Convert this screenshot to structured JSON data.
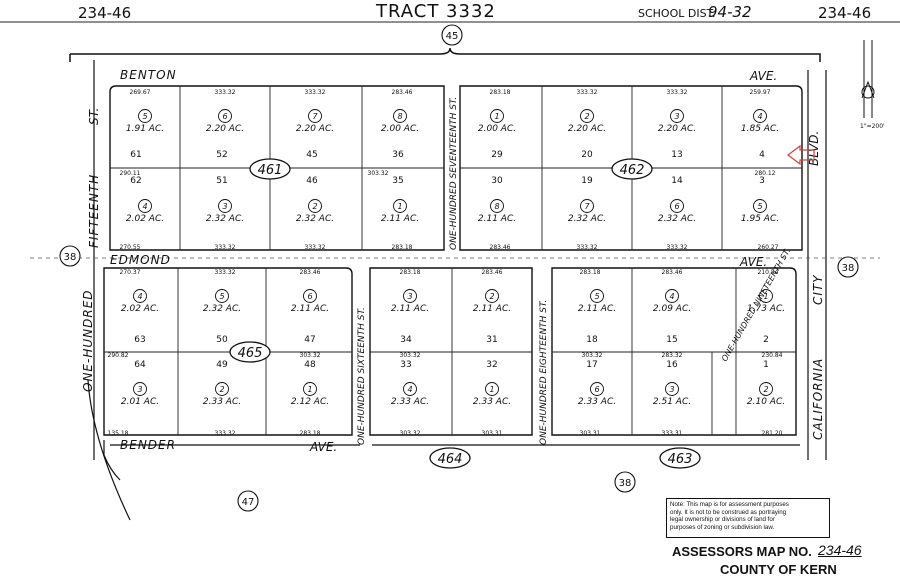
{
  "header": {
    "book_left": "234-46",
    "book_right": "234-46",
    "title": "TRACT 3332",
    "school_label": "SCHOOL DIST.",
    "school_value": "94-32"
  },
  "streets": {
    "benton": "BENTON",
    "benton_ave": "AVE.",
    "edmond": "EDMOND",
    "edmond_ave": "AVE.",
    "bender": "BENDER",
    "bender_ave": "AVE.",
    "fifteenth": "FIFTEENTH",
    "fifteenth_st": "ST.",
    "one_hundred": "ONE-HUNDRED",
    "sixteenth": "ONE-HUNDRED SIXTEENTH ST.",
    "seventeenth": "ONE-HUNDRED SEVENTEENTH ST.",
    "eighteenth": "ONE-HUNDRED EIGHTEENTH ST.",
    "nineteenth": "ONE-HUNDRED NINETEENTH ST.",
    "california": "CALIFORNIA",
    "city": "CITY",
    "blvd": "BLVD."
  },
  "page_refs": [
    "45",
    "38",
    "38",
    "47",
    "38"
  ],
  "blocks": [
    "461",
    "462",
    "465",
    "464",
    "463"
  ],
  "parcels": [
    {
      "n": "5",
      "ac": "1.91 AC."
    },
    {
      "n": "6",
      "ac": "2.20 AC."
    },
    {
      "n": "7",
      "ac": "2.20 AC."
    },
    {
      "n": "8",
      "ac": "2.00 AC."
    },
    {
      "n": "1",
      "ac": "2.00 AC."
    },
    {
      "n": "2",
      "ac": "2.20 AC."
    },
    {
      "n": "3",
      "ac": "2.20 AC."
    },
    {
      "n": "4",
      "ac": "1.85 AC."
    },
    {
      "n": "4",
      "ac": "2.02 AC."
    },
    {
      "n": "3",
      "ac": "2.32 AC."
    },
    {
      "n": "2",
      "ac": "2.32 AC."
    },
    {
      "n": "1",
      "ac": "2.11 AC."
    },
    {
      "n": "8",
      "ac": "2.11 AC."
    },
    {
      "n": "7",
      "ac": "2.32 AC."
    },
    {
      "n": "6",
      "ac": "2.32 AC."
    },
    {
      "n": "5",
      "ac": "1.95 AC."
    },
    {
      "n": "4",
      "ac": "2.02 AC."
    },
    {
      "n": "5",
      "ac": "2.32 AC."
    },
    {
      "n": "6",
      "ac": "2.11 AC."
    },
    {
      "n": "3",
      "ac": "2.11 AC."
    },
    {
      "n": "2",
      "ac": "2.11 AC."
    },
    {
      "n": "5",
      "ac": "2.11 AC."
    },
    {
      "n": "4",
      "ac": "2.09 AC."
    },
    {
      "n": "1",
      "ac": "1.73 AC."
    },
    {
      "n": "3",
      "ac": "2.01 AC."
    },
    {
      "n": "2",
      "ac": "2.33 AC."
    },
    {
      "n": "1",
      "ac": "2.12 AC."
    },
    {
      "n": "4",
      "ac": "2.33 AC."
    },
    {
      "n": "1",
      "ac": "2.33 AC."
    },
    {
      "n": "6",
      "ac": "2.33 AC."
    },
    {
      "n": "3",
      "ac": "2.51 AC."
    },
    {
      "n": "2",
      "ac": "2.10 AC."
    }
  ],
  "lot_numbers": [
    "61",
    "52",
    "45",
    "36",
    "29",
    "20",
    "13",
    "4",
    "62",
    "51",
    "46",
    "35",
    "30",
    "19",
    "14",
    "3",
    "63",
    "50",
    "47",
    "34",
    "31",
    "18",
    "15",
    "2",
    "64",
    "49",
    "48",
    "33",
    "32",
    "17",
    "16",
    "1"
  ],
  "dims_top": [
    "269.67",
    "333.32",
    "333.32",
    "283.46",
    "283.18",
    "333.32",
    "333.32",
    "259.97"
  ],
  "dims_mid": [
    "290.11",
    "303.32",
    "280.12"
  ],
  "dims_row2": [
    "270.55",
    "333.32",
    "333.32",
    "283.18",
    "283.46",
    "333.32",
    "333.32",
    "260.27"
  ],
  "dims_row3": [
    "270.37",
    "333.32",
    "283.46",
    "283.18",
    "283.46",
    "283.18",
    "283.46",
    "210.54"
  ],
  "dims_mid2": [
    "290.82",
    "303.32",
    "303.32",
    "303.32",
    "283.32",
    "230.84"
  ],
  "dims_row4": [
    "135.18",
    "333.32",
    "283.18",
    "303.32",
    "303.31",
    "303.31",
    "333.31",
    "281.20"
  ],
  "note_lines": [
    "Note: This map is for assessment purposes",
    "only. It is not to be construed as portraying",
    "legal ownership or divisions of land for",
    "purposes of zoning or subdivision law."
  ],
  "footer": {
    "map_no_label": "ASSESSORS MAP NO.",
    "map_no_value": "234-46",
    "county": "COUNTY OF KERN"
  },
  "north": {
    "scale": "1\"=200'"
  }
}
